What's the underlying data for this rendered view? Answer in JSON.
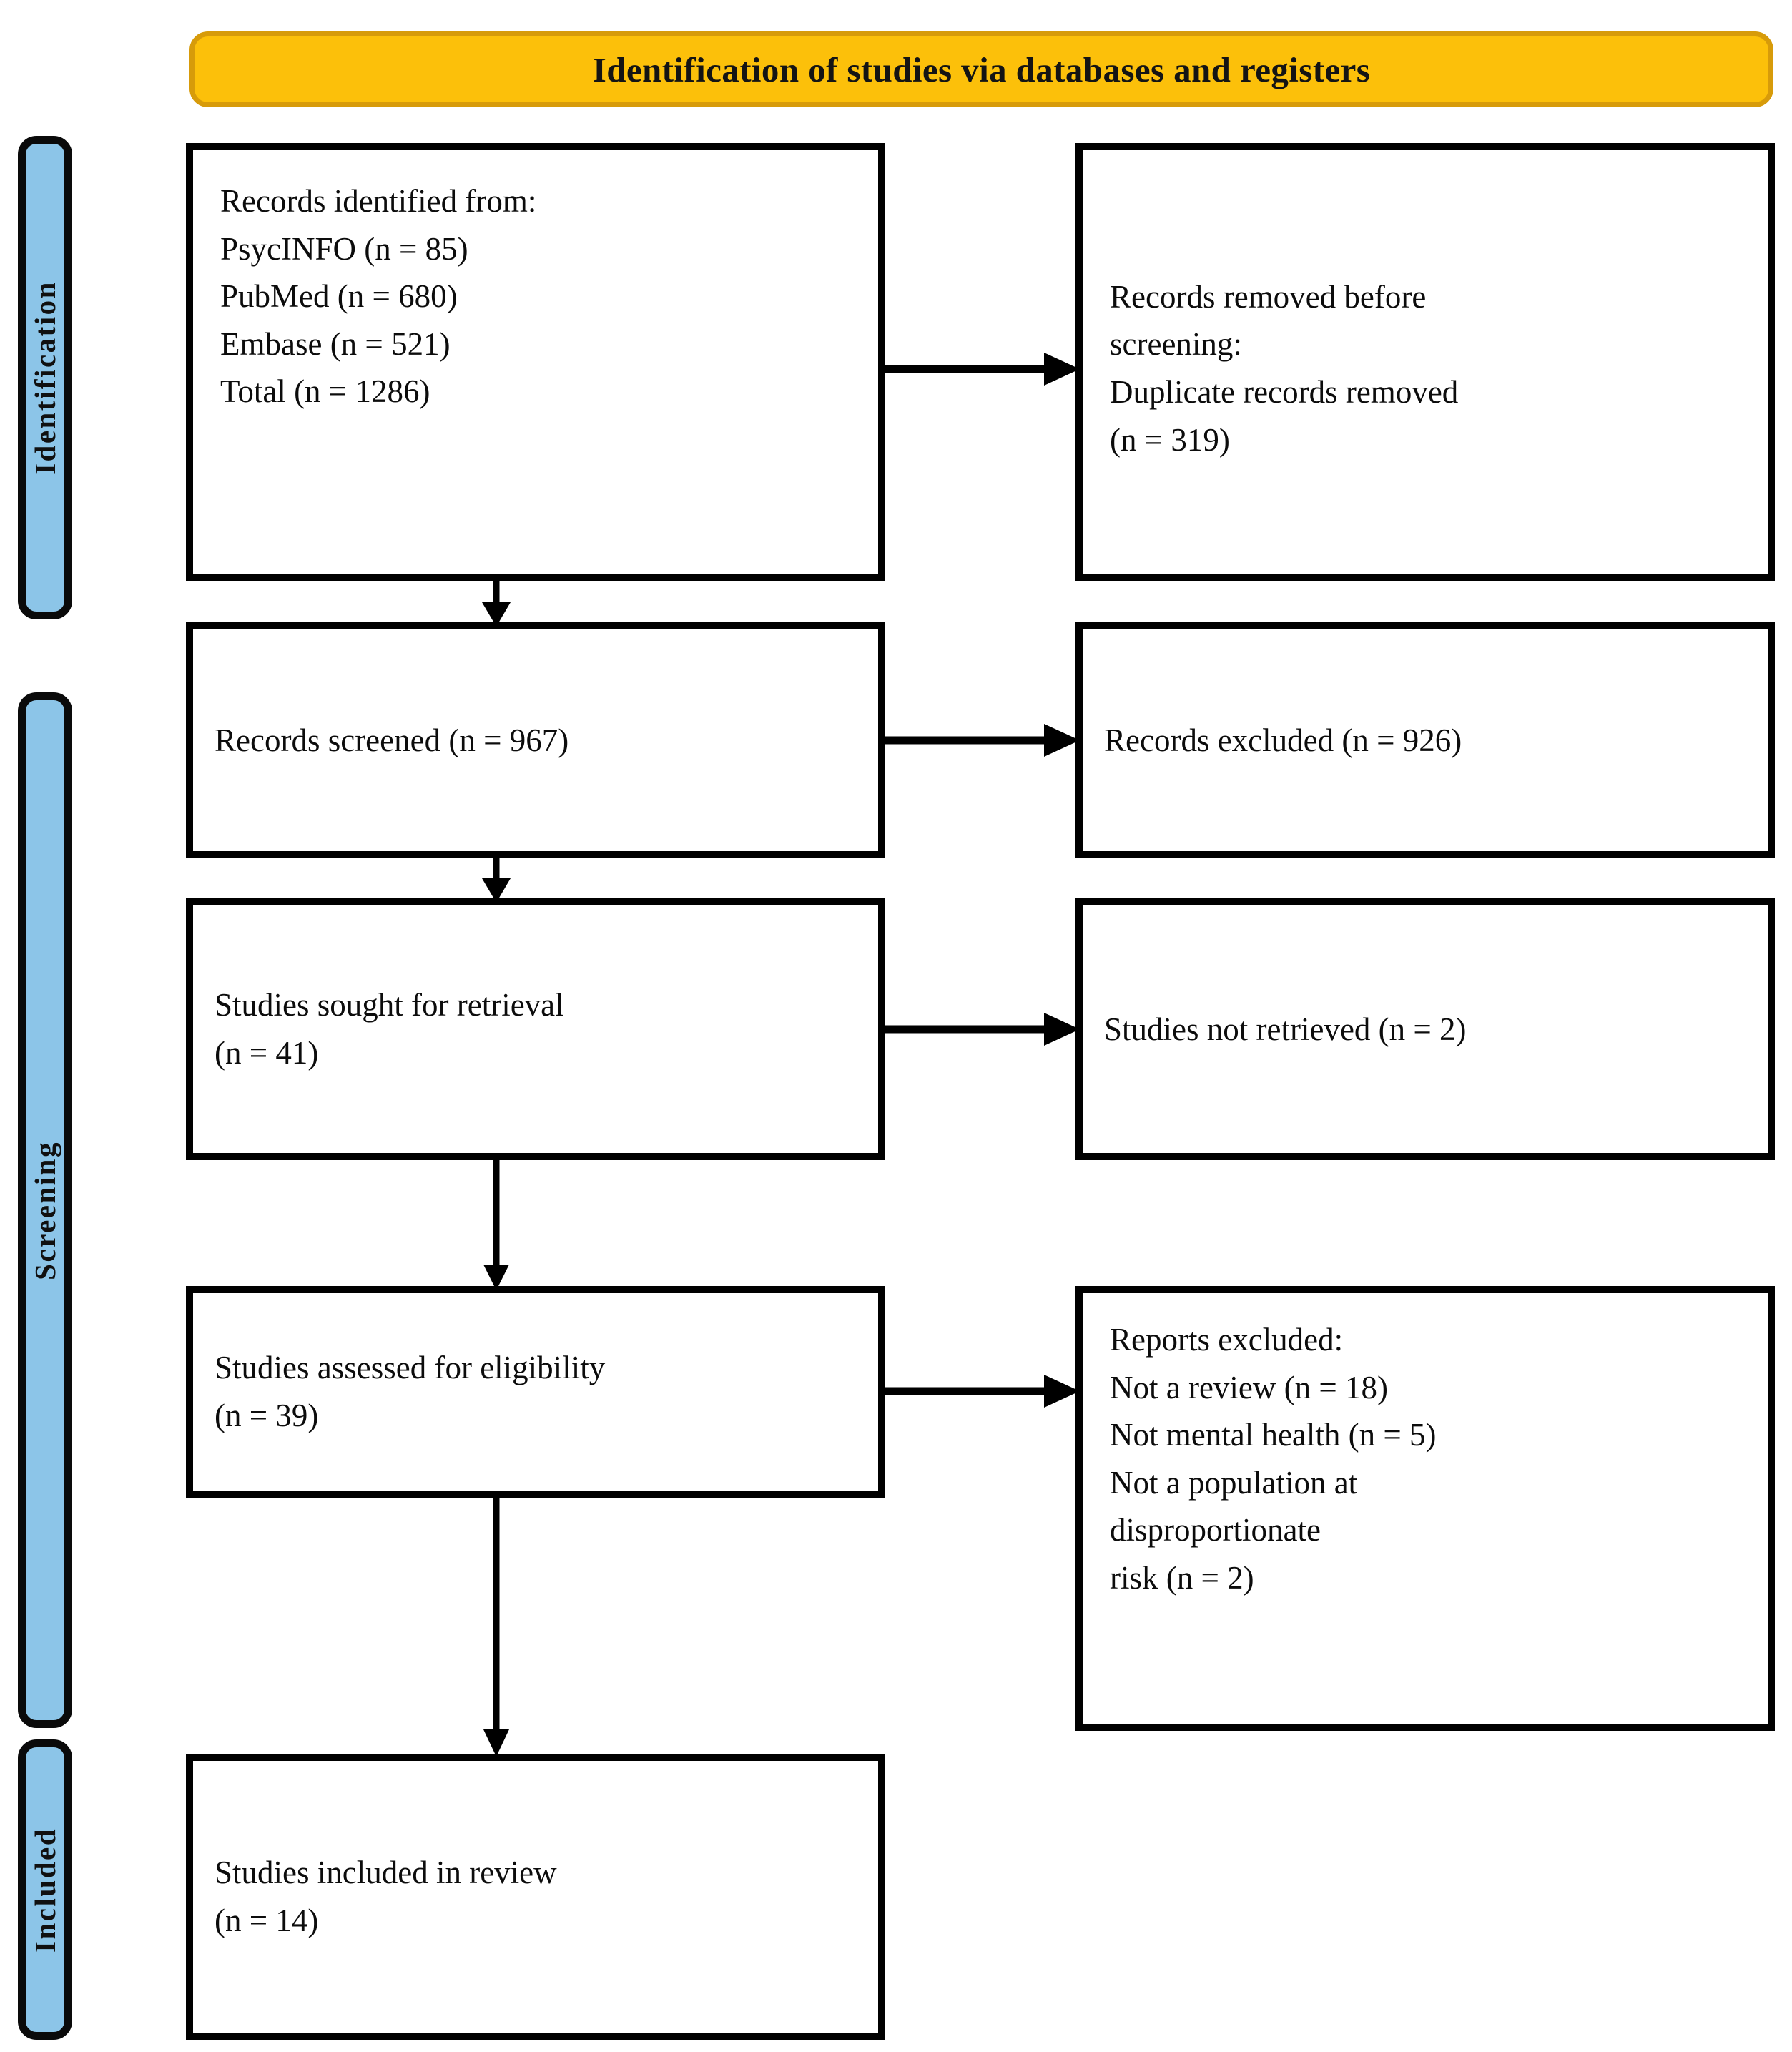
{
  "diagram": {
    "kind": "PRISMA 2020 flow diagram",
    "banner": {
      "title": "Identification of studies via databases and registers",
      "fill_color": "#FCC00A",
      "border_color": "#D79B0A"
    },
    "phase_color": "#8CC5E8",
    "phases": [
      {
        "id": "identification",
        "label": "Identification"
      },
      {
        "id": "screening",
        "label": "Screening"
      },
      {
        "id": "included",
        "label": "Included"
      }
    ],
    "boxes": {
      "identified": "Records identified from:\nPsycINFO (n = 85)\nPubMed (n = 680)\nEmbase (n = 521)\nTotal (n = 1286)",
      "removed": "Records removed before\nscreening:\nDuplicate records removed\n(n = 319)",
      "screened": "Records screened (n = 967)",
      "excluded": "Records excluded (n = 926)",
      "sought": "Studies sought for retrieval\n(n = 41)",
      "not_retrieved": "Studies not retrieved (n = 2)",
      "assessed": "Studies assessed for eligibility\n(n = 39)",
      "reports_excluded": "Reports excluded:\nNot a review (n = 18)\nNot mental health (n = 5)\nNot a population at\ndisproportionate\nrisk (n = 2)",
      "included": "Studies included in review\n(n = 14)"
    },
    "counts": {
      "psycinfo": 85,
      "pubmed": 680,
      "embase": 521,
      "total_identified": 1286,
      "duplicates_removed": 319,
      "records_screened": 967,
      "records_excluded": 926,
      "studies_sought": 41,
      "studies_not_retrieved": 2,
      "studies_assessed": 39,
      "excluded_not_a_review": 18,
      "excluded_not_mental_health": 5,
      "excluded_not_population_at_risk": 2,
      "studies_included": 14
    }
  }
}
